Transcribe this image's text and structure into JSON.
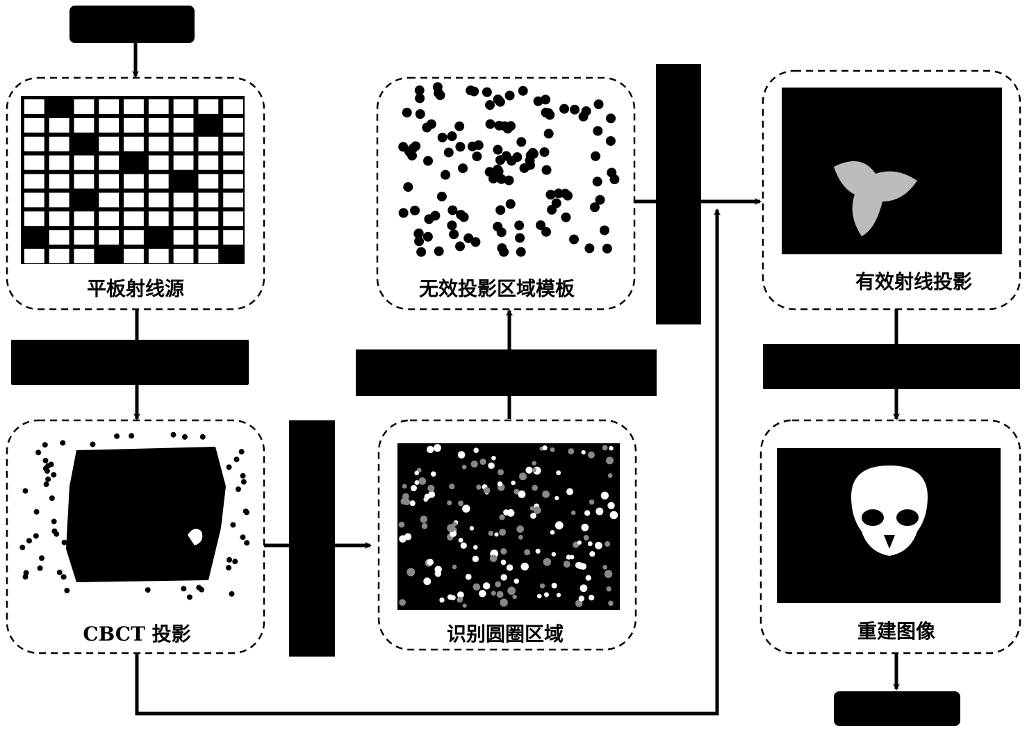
{
  "labels": {
    "flat_panel_source": "平板射线源",
    "cbct_projection": "CBCT 投影",
    "identify_circle_regions": "识别圆圈区域",
    "invalid_projection_mask": "无效投影区域模板",
    "valid_ray_projection": "有效射线投影",
    "reconstructed_image": "重建图像"
  },
  "colors": {
    "ink": "#000000",
    "paper": "#ffffff"
  }
}
